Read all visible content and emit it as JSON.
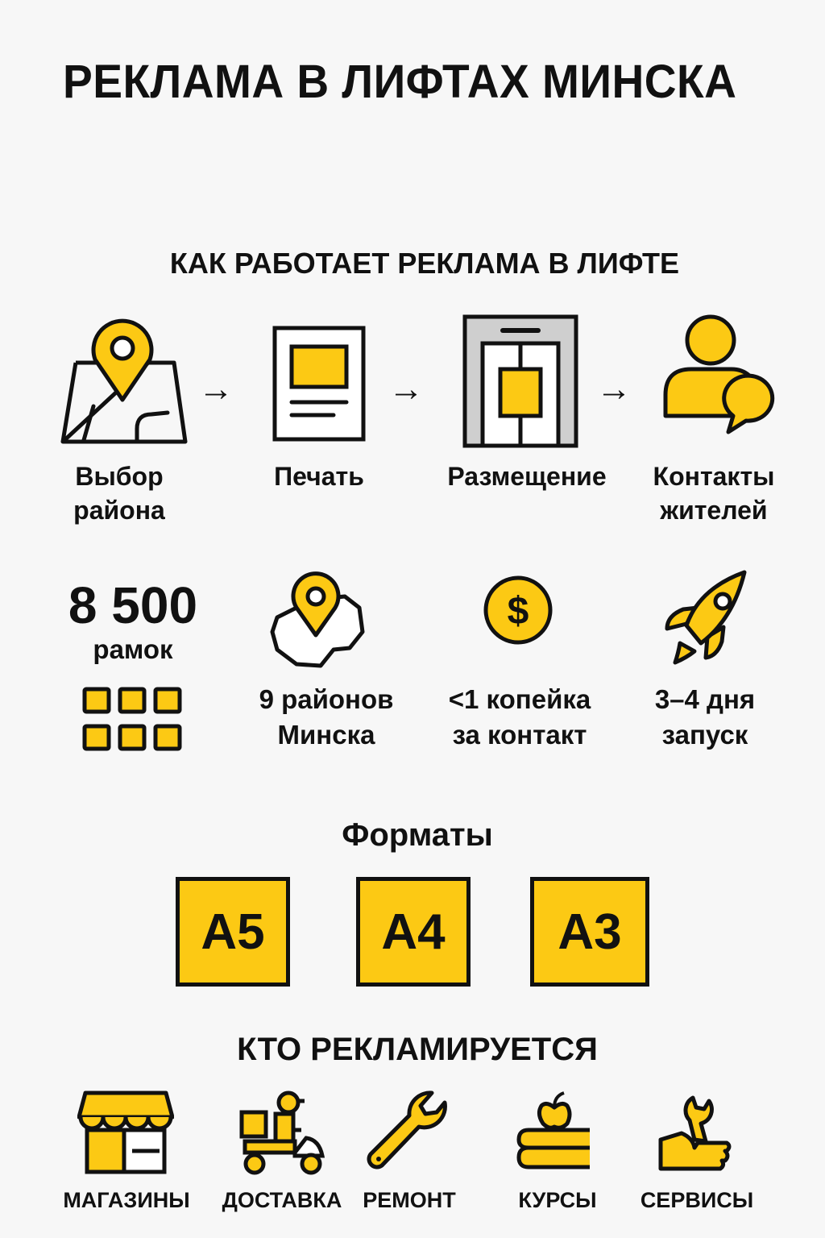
{
  "title": "РЕКЛАМА В ЛИФТАХ МИНСКА",
  "colors": {
    "accent": "#fcc914",
    "ink": "#111111",
    "background": "#f7f7f7",
    "gray": "#cfcfcf"
  },
  "how_it_works": {
    "heading": "КАК РАБОТАЕТ РЕКЛАМА В ЛИФТЕ",
    "steps": [
      {
        "icon": "map-pin-icon",
        "line1": "Выбор",
        "line2": "района"
      },
      {
        "icon": "print-document-icon",
        "line1": "Печать",
        "line2": ""
      },
      {
        "icon": "elevator-icon",
        "line1": "Размещение",
        "line2": ""
      },
      {
        "icon": "person-chat-icon",
        "line1": "Контакты",
        "line2": "жителей"
      }
    ],
    "arrow": "→"
  },
  "stats": [
    {
      "icon": "frames-grid-icon",
      "value": "8 500",
      "unit": "рамок"
    },
    {
      "icon": "district-map-pin-icon",
      "line1": "9 районов",
      "line2": "Минска"
    },
    {
      "icon": "dollar-coin-icon",
      "line1": "<1 копейка",
      "line2": "за контакт"
    },
    {
      "icon": "rocket-icon",
      "line1": "3–4 дня",
      "line2": "запуск"
    }
  ],
  "formats": {
    "heading": "Форматы",
    "items": [
      "A5",
      "A4",
      "A3"
    ]
  },
  "advertisers": {
    "heading": "КТО РЕКЛАМИРУЕТСЯ",
    "items": [
      {
        "icon": "shop-icon",
        "label": "МАГАЗИНЫ"
      },
      {
        "icon": "delivery-scooter-icon",
        "label": "ДОСТАВКА"
      },
      {
        "icon": "wrench-icon",
        "label": "РЕМОНТ"
      },
      {
        "icon": "books-apple-icon",
        "label": "КУРСЫ"
      },
      {
        "icon": "hand-wrench-icon",
        "label": "СЕРВИСЫ"
      }
    ]
  }
}
